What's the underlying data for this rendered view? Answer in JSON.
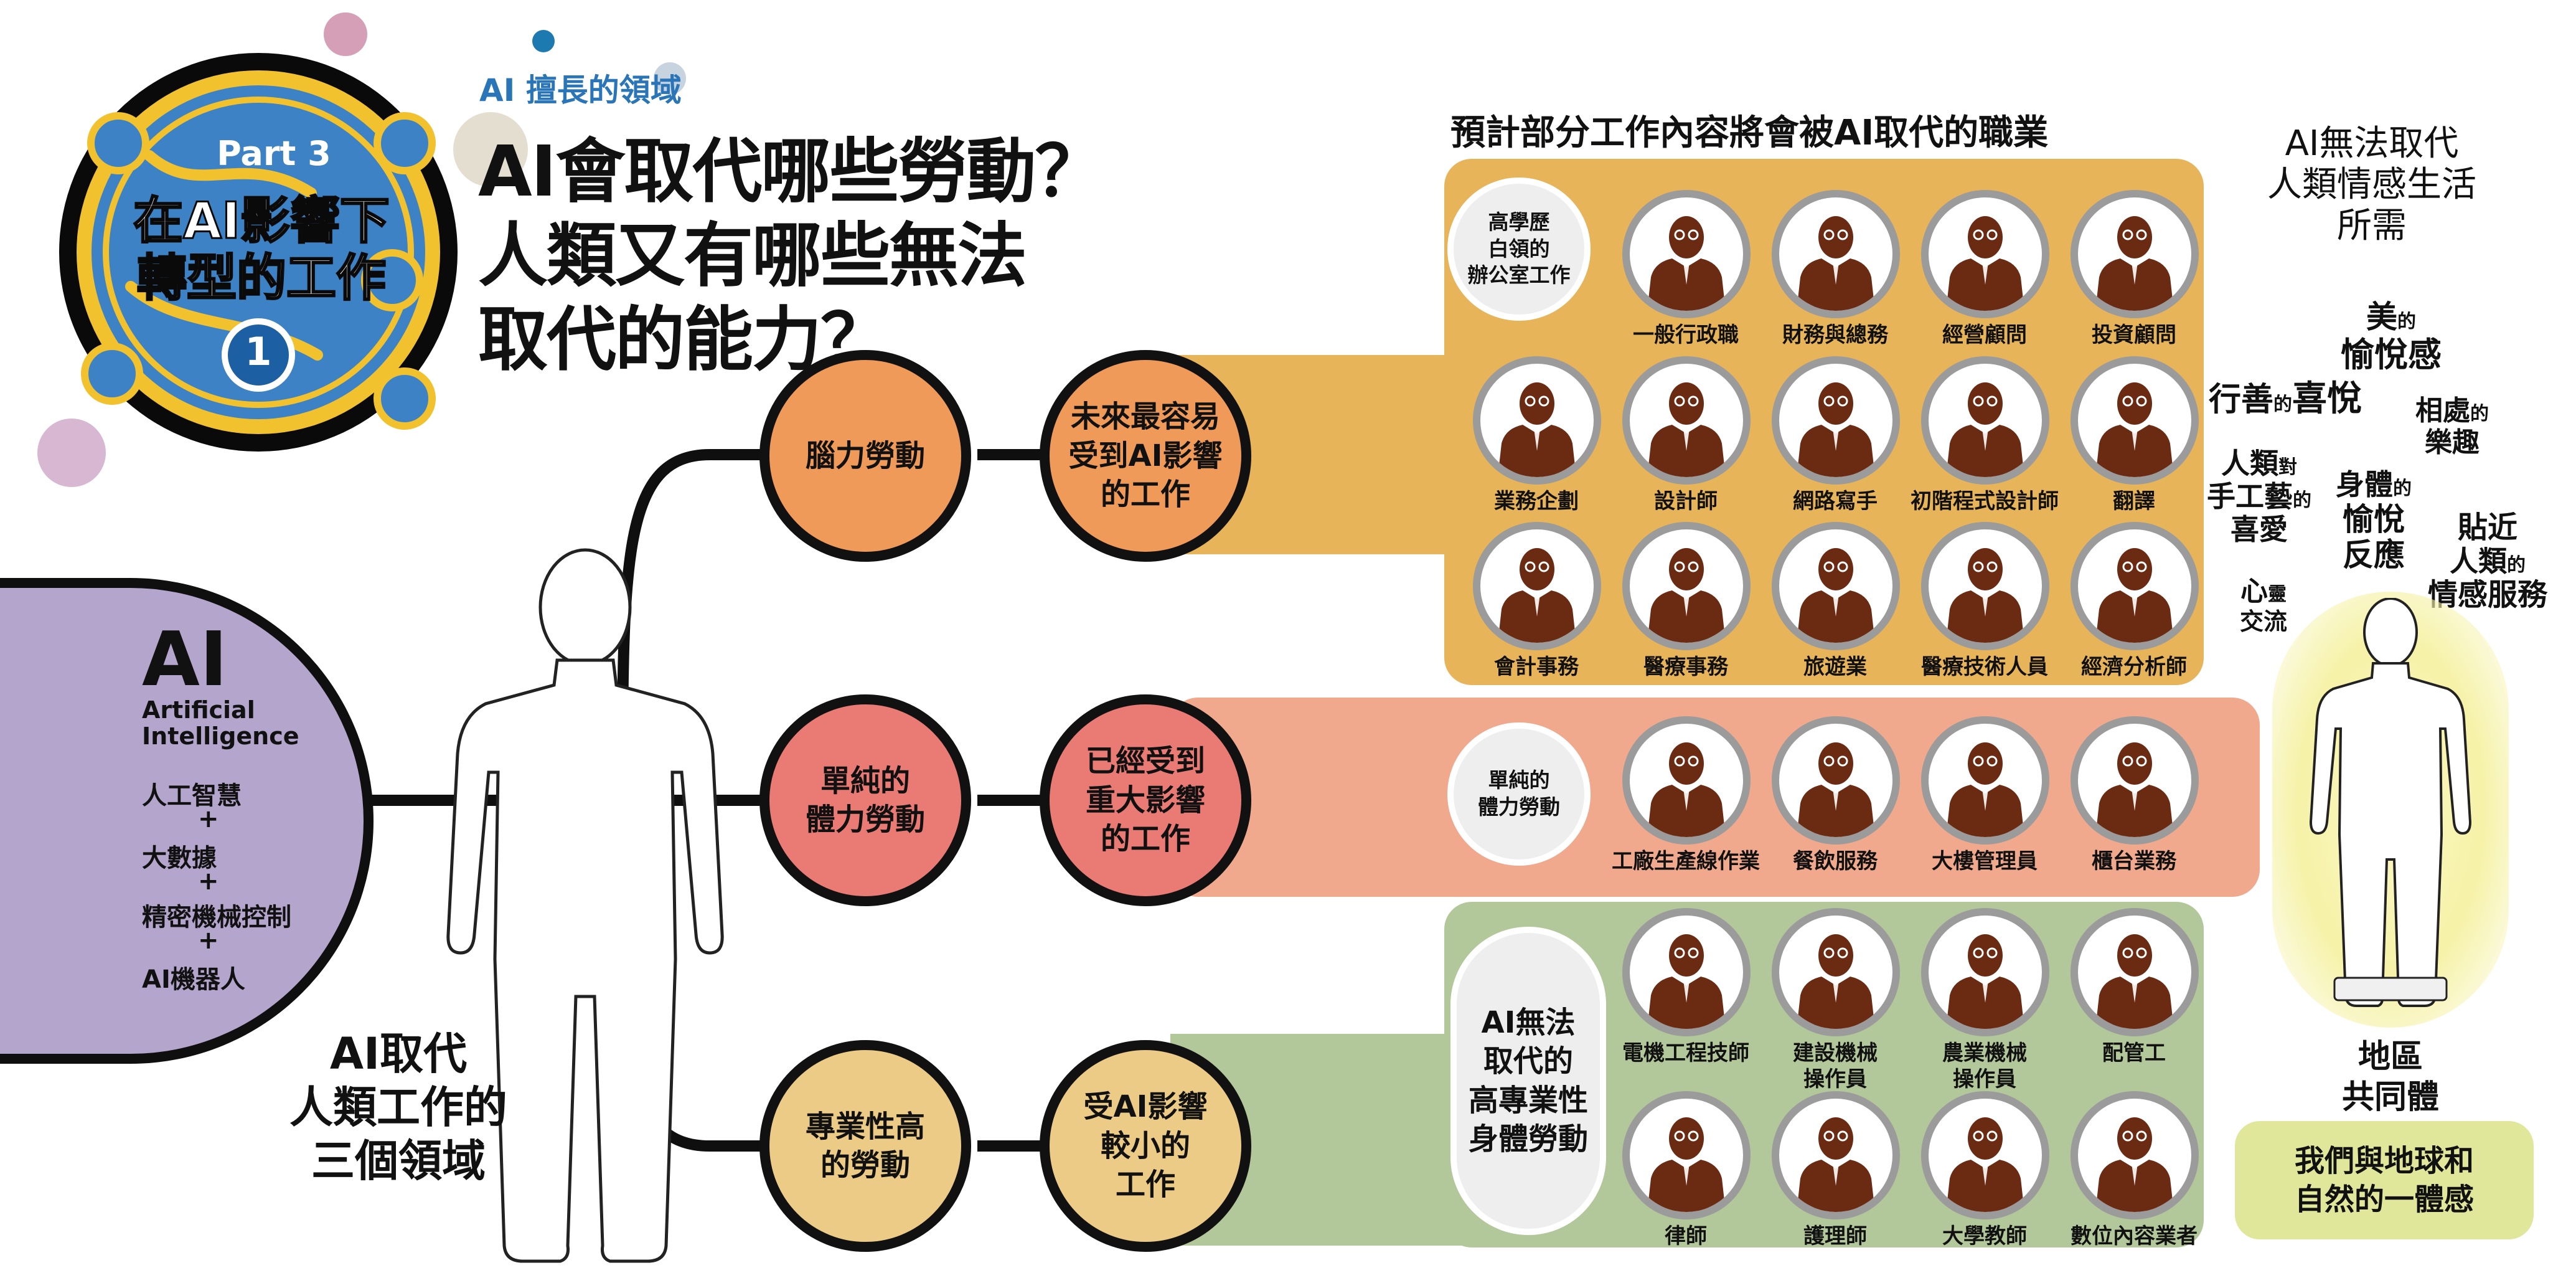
{
  "badge": {
    "part": "Part 3",
    "title_line1": "在AI影響下",
    "title_line2": "轉型的工作",
    "number": "1"
  },
  "header": {
    "kicker": "AI 擅長的領域",
    "title_line1": "AI會取代哪些勞動？",
    "title_line2": "人類又有哪些無法",
    "title_line3": "取代的能力？"
  },
  "ai_panel": {
    "big": "AI",
    "en_line1": "Artificial",
    "en_line2": "Intelligence",
    "items": [
      "人工智慧",
      "+",
      "大數據",
      "+",
      "精密機械控制",
      "+",
      "AI機器人"
    ]
  },
  "center_caption": [
    "AI取代",
    "人類工作的",
    "三個領域"
  ],
  "branches": [
    {
      "type": "腦力勞動",
      "impact": "未來最容易受到AI影響的工作",
      "type_color": "#ef9a58",
      "impact_color": "#ef9a58",
      "band_color": "#e8b45a"
    },
    {
      "type": "單純的體力勞動",
      "impact": "已經受到重大影響的工作",
      "type_color": "#ea7b74",
      "impact_color": "#ea7b74",
      "band_color": "#f0a98c"
    },
    {
      "type": "專業性高的勞動",
      "impact": "受AI影響較小的工作",
      "type_color": "#ebcb86",
      "impact_color": "#ebcb86",
      "band_color": "#b2c79a"
    }
  ],
  "branch_labels": {
    "b0_type": "腦力勞動",
    "b0_impact_1": "未來最容易",
    "b0_impact_2": "受到AI影響",
    "b0_impact_3": "的工作",
    "b1_type_1": "單純的",
    "b1_type_2": "體力勞動",
    "b1_impact_1": "已經受到",
    "b1_impact_2": "重大影響",
    "b1_impact_3": "的工作",
    "b2_type_1": "專業性高",
    "b2_type_2": "的勞動",
    "b2_impact_1": "受AI影響",
    "b2_impact_2": "較小的",
    "b2_impact_3": "工作"
  },
  "jobs_header": "預計部分工作內容將會被AI取代的職業",
  "categories": {
    "office_1": "高學歷",
    "office_2": "白領的",
    "office_3": "辦公室工作",
    "manual_1": "單純的",
    "manual_2": "體力勞動",
    "pro_1": "AI無法",
    "pro_2": "取代的",
    "pro_3": "高專業性",
    "pro_4": "身體勞動"
  },
  "jobs_office": [
    "一般行政職",
    "財務與總務",
    "經營顧問",
    "投資顧問",
    "業務企劃",
    "設計師",
    "網路寫手",
    "初階程式設計師",
    "翻譯",
    "會計事務",
    "醫療事務",
    "旅遊業",
    "醫療技術人員",
    "經濟分析師"
  ],
  "jobs_manual": [
    "工廠生產線作業",
    "餐飲服務",
    "大樓管理員",
    "櫃台業務"
  ],
  "jobs_pro": [
    "電機工程技師",
    "建設機械",
    "操作員",
    "農業機械",
    "操作員",
    "配管工",
    "律師",
    "護理師",
    "大學教師",
    "數位內容業者"
  ],
  "right": {
    "heading_1": "AI無法取代",
    "heading_2": "人類情感生活",
    "heading_3": "所需",
    "community_1": "地區",
    "community_2": "共同體",
    "earth_1": "我們與地球和",
    "earth_2": "自然的一體感"
  },
  "emotion_words": {
    "beauty_a": "美",
    "beauty_b": "的",
    "beauty_c": "愉悅感",
    "good_a": "行善",
    "good_b": "的",
    "good_c": "喜悅",
    "get_a": "相處",
    "get_b": "的",
    "get_c": "樂趣",
    "craft_1a": "人類",
    "craft_1b": "對",
    "craft_2a": "手工藝",
    "craft_2b": "的",
    "craft_3": "喜愛",
    "body_1a": "身體",
    "body_1b": "的",
    "body_2": "愉悅",
    "body_3": "反應",
    "close_1": "貼近",
    "close_2a": "人類",
    "close_2b": "的",
    "close_3": "情感服務",
    "soul_a": "心",
    "soul_b": "靈",
    "soul_c": "交流"
  },
  "colors": {
    "badge_blue": "#3d82c4",
    "badge_yellow": "#f2c12e",
    "ai_purple": "#b4a5cc",
    "brown": "#6b2a12",
    "glow_yellow": "#f6f2a8",
    "earth_box": "#e0e79a"
  }
}
